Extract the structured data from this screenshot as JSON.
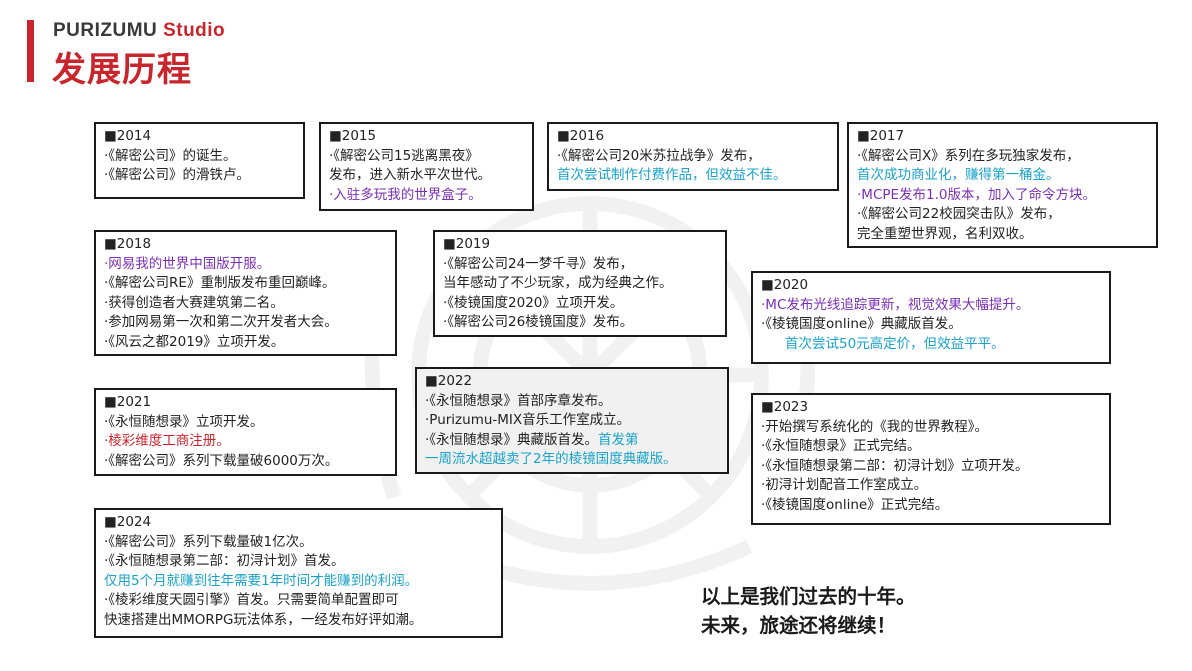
{
  "header": {
    "brand": "PURIZUMU",
    "brand_accent": "Studio",
    "title": "发展历程"
  },
  "colors": {
    "accent": "#c8262c",
    "teal": "#1aa3c9",
    "purple": "#7b2fb5"
  },
  "timeline": {
    "y2014": {
      "year": "■2014",
      "lines": [
        "·《解密公司》的诞生。",
        "·《解密公司》的滑铁卢。"
      ]
    },
    "y2015": {
      "year": "■2015",
      "lines": [
        "·《解密公司15逃离黑夜》",
        "发布，进入新水平次世代。",
        "·入驻多玩我的世界盒子。"
      ]
    },
    "y2016": {
      "year": "■2016",
      "lines": [
        "·《解密公司20米苏拉战争》发布，",
        "首次尝试制作付费作品，但效益不佳。"
      ]
    },
    "y2017": {
      "year": "■2017",
      "lines": [
        "·《解密公司X》系列在多玩独家发布，",
        "首次成功商业化，赚得第一桶金。",
        "·MCPE发布1.0版本，加入了命令方块。",
        "·《解密公司22校园突击队》发布，",
        "完全重塑世界观，名利双收。"
      ]
    },
    "y2018": {
      "year": "■2018",
      "lines": [
        "·网易我的世界中国版开服。",
        "·《解密公司RE》重制版发布重回巅峰。",
        "·获得创造者大赛建筑第二名。",
        "·参加网易第一次和第二次开发者大会。",
        "·《风云之都2019》立项开发。"
      ]
    },
    "y2019": {
      "year": "■2019",
      "lines": [
        "·《解密公司24一梦千寻》发布，",
        "当年感动了不少玩家，成为经典之作。",
        "·《棱镜国度2020》立项开发。",
        "·《解密公司26棱镜国度》发布。"
      ]
    },
    "y2020": {
      "year": "■2020",
      "lines": [
        "·MC发布光线追踪更新，视觉效果大幅提升。",
        "·《棱镜国度online》典藏版首发。",
        "首次尝试50元高定价，但效益平平。"
      ]
    },
    "y2021": {
      "year": "■2021",
      "lines": [
        "·《永恒随想录》立项开发。",
        "·棱彩维度工商注册。",
        "·《解密公司》系列下载量破6000万次。"
      ]
    },
    "y2022": {
      "year": "■2022",
      "lines": [
        "·《永恒随想录》首部序章发布。",
        "·Purizumu-MIX音乐工作室成立。",
        "·《永恒随想录》典藏版首发。",
        "首发第",
        "一周流水超越卖了2年的棱镜国度典藏版。"
      ]
    },
    "y2023": {
      "year": "■2023",
      "lines": [
        "·开始撰写系统化的《我的世界教程》。",
        "·《永恒随想录》正式完结。",
        "·《永恒随想录第二部：初浔计划》立项开发。",
        "·初浔计划配音工作室成立。",
        "·《棱镜国度online》正式完结。"
      ]
    },
    "y2024": {
      "year": "■2024",
      "lines": [
        "·《解密公司》系列下载量破1亿次。",
        "·《永恒随想录第二部：初浔计划》首发。",
        "仅用5个月就赚到往年需要1年时间才能赚到的利润。",
        "·《棱彩维度天圆引擎》首发。只需要简单配置即可",
        "快速搭建出MMORPG玩法体系，一经发布好评如潮。"
      ]
    }
  },
  "closing": {
    "line1": "以上是我们过去的十年。",
    "line2": "未来，旅途还将继续！"
  }
}
